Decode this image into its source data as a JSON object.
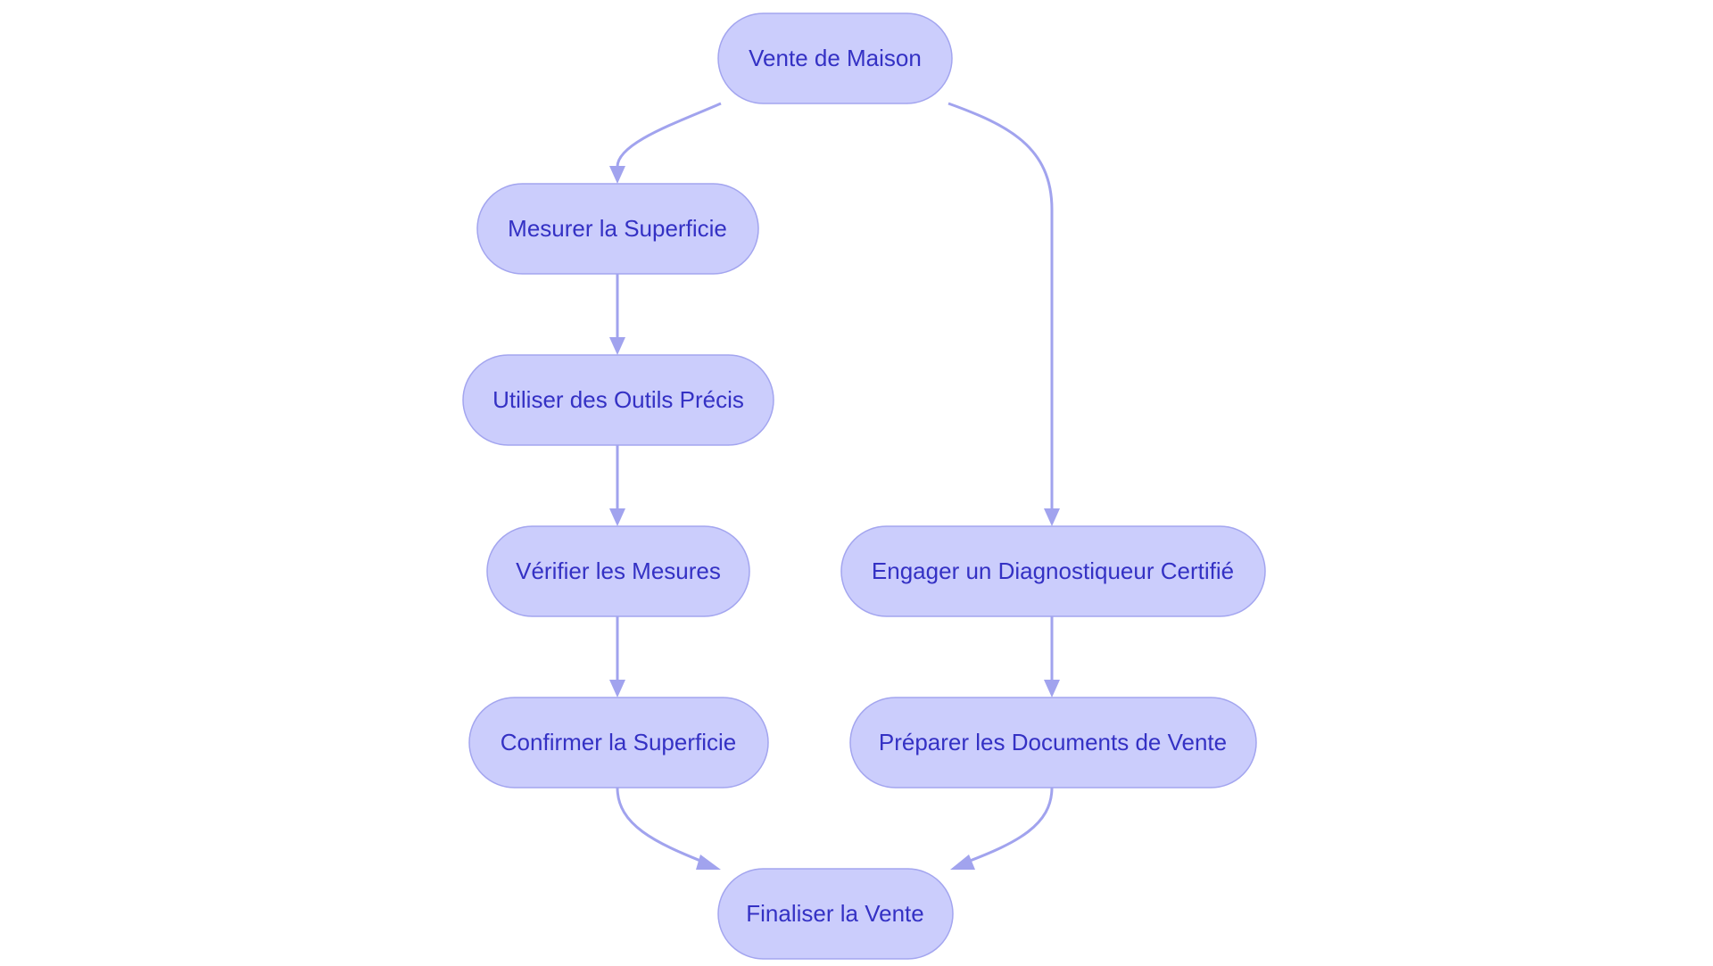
{
  "diagram": {
    "type": "flowchart",
    "colors": {
      "node_fill": "#cbcdfc",
      "node_stroke": "#a3a5ef",
      "node_text": "#3431c4",
      "edge": "#a1a3ee",
      "background": "#ffffff"
    },
    "nodes": [
      {
        "id": "vente",
        "label": "Vente de Maison"
      },
      {
        "id": "mesurer",
        "label": "Mesurer la Superficie"
      },
      {
        "id": "outils",
        "label": "Utiliser des Outils Précis"
      },
      {
        "id": "verifier",
        "label": "Vérifier les Mesures"
      },
      {
        "id": "confirmer",
        "label": "Confirmer la Superficie"
      },
      {
        "id": "diagnostiqueur",
        "label": "Engager un Diagnostiqueur Certifié"
      },
      {
        "id": "documents",
        "label": "Préparer les Documents de Vente"
      },
      {
        "id": "finaliser",
        "label": "Finaliser la Vente"
      }
    ],
    "edges": [
      {
        "from": "vente",
        "to": "mesurer"
      },
      {
        "from": "vente",
        "to": "diagnostiqueur"
      },
      {
        "from": "mesurer",
        "to": "outils"
      },
      {
        "from": "outils",
        "to": "verifier"
      },
      {
        "from": "verifier",
        "to": "confirmer"
      },
      {
        "from": "diagnostiqueur",
        "to": "documents"
      },
      {
        "from": "confirmer",
        "to": "finaliser"
      },
      {
        "from": "documents",
        "to": "finaliser"
      }
    ]
  }
}
